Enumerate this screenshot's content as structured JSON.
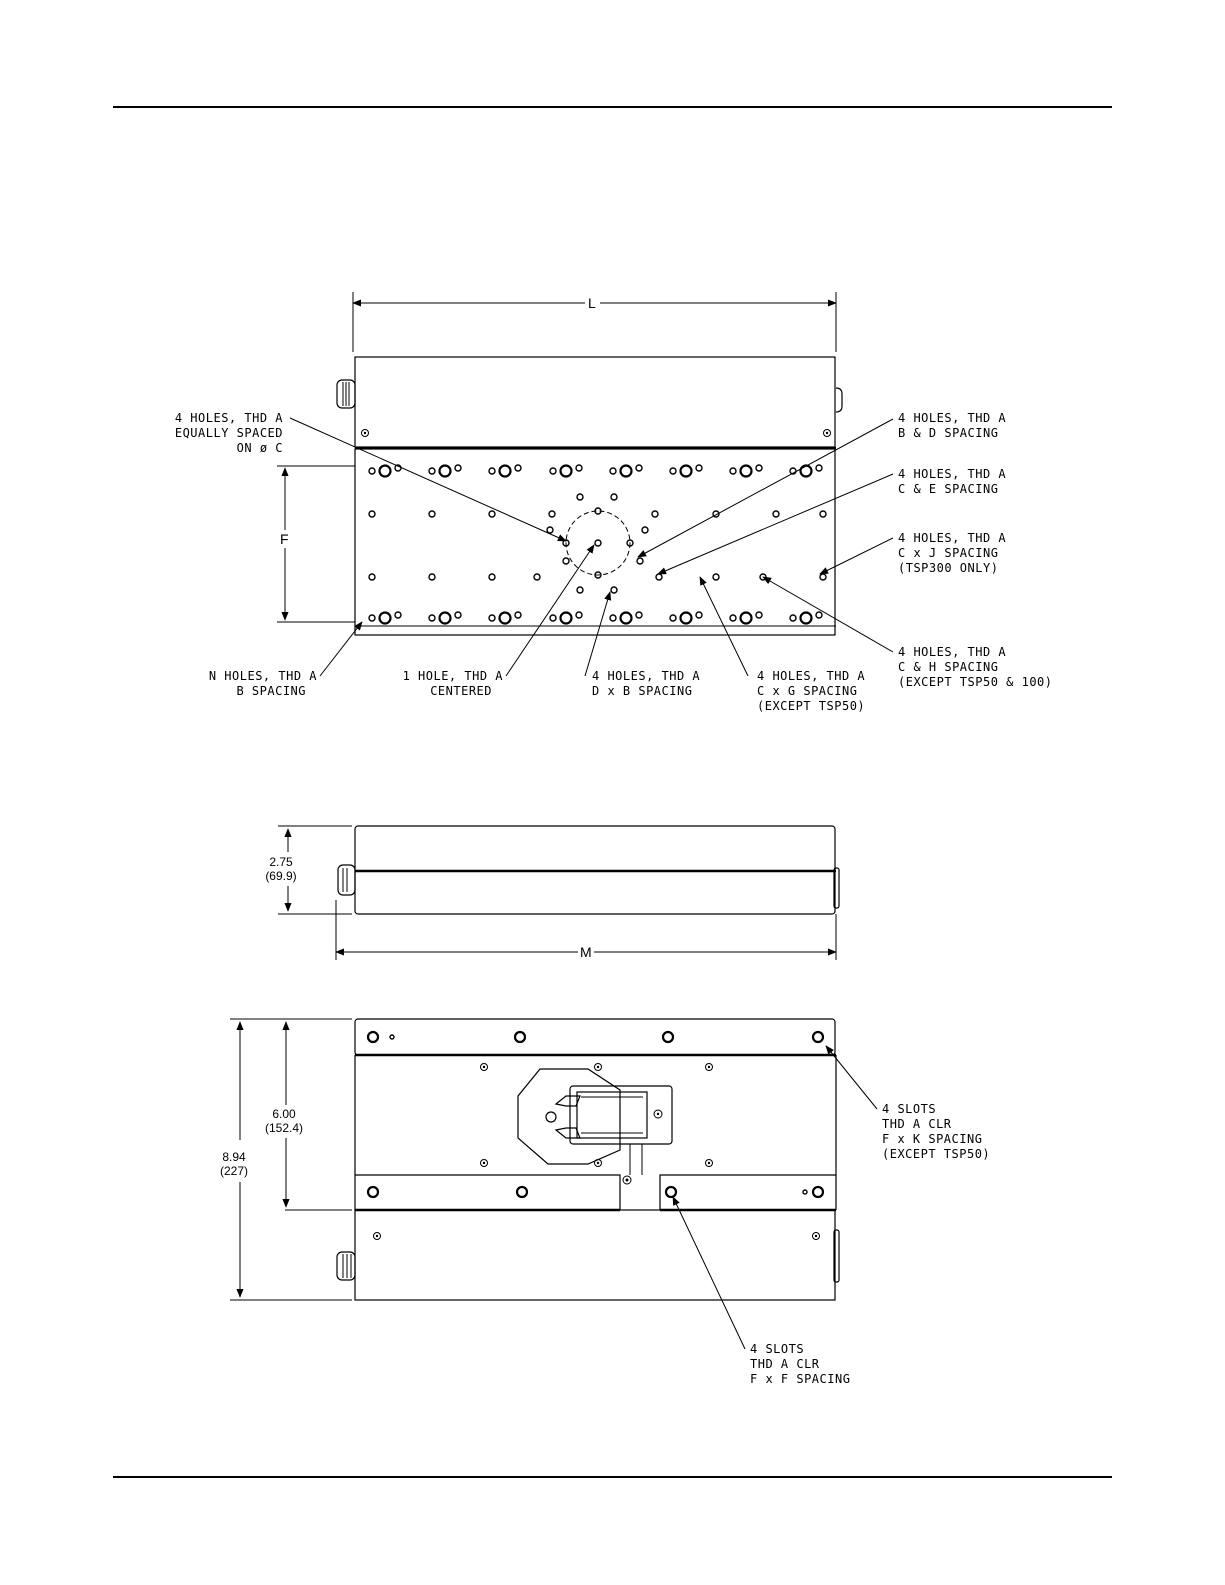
{
  "top_view": {
    "dimension_length": "L",
    "dimension_f": "F",
    "callouts": {
      "left_top": [
        "4 HOLES, THD A",
        "EQUALLY SPACED",
        "ON ø C"
      ],
      "right_1": [
        "4 HOLES, THD A",
        "B & D SPACING"
      ],
      "right_2": [
        "4 HOLES, THD A",
        "C & E SPACING"
      ],
      "right_3": [
        "4 HOLES, THD A",
        "C x J SPACING",
        "(TSP300 ONLY)"
      ],
      "right_4": [
        "4 HOLES, THD A",
        "C & H SPACING",
        "(EXCEPT TSP50 & 100)"
      ],
      "bottom_1": [
        "N HOLES, THD A",
        "B SPACING"
      ],
      "bottom_2": [
        "1 HOLE, THD A",
        "CENTERED"
      ],
      "bottom_3": [
        "4 HOLES, THD A",
        "D x B SPACING"
      ],
      "bottom_4": [
        "4 HOLES, THD A",
        "C x G SPACING",
        "(EXCEPT TSP50)"
      ]
    }
  },
  "side_view": {
    "height_in": "2.75",
    "height_mm": "(69.9)",
    "dimension_length": "M"
  },
  "bottom_view": {
    "height_in": "8.94",
    "height_mm": "(227)",
    "inner_in": "6.00",
    "inner_mm": "(152.4)",
    "callout_slots_upper": [
      "4 SLOTS",
      "THD A CLR",
      "F x K SPACING",
      "(EXCEPT TSP50)"
    ],
    "callout_slots_lower": [
      "4 SLOTS",
      "THD A CLR",
      "F x F SPACING"
    ]
  }
}
